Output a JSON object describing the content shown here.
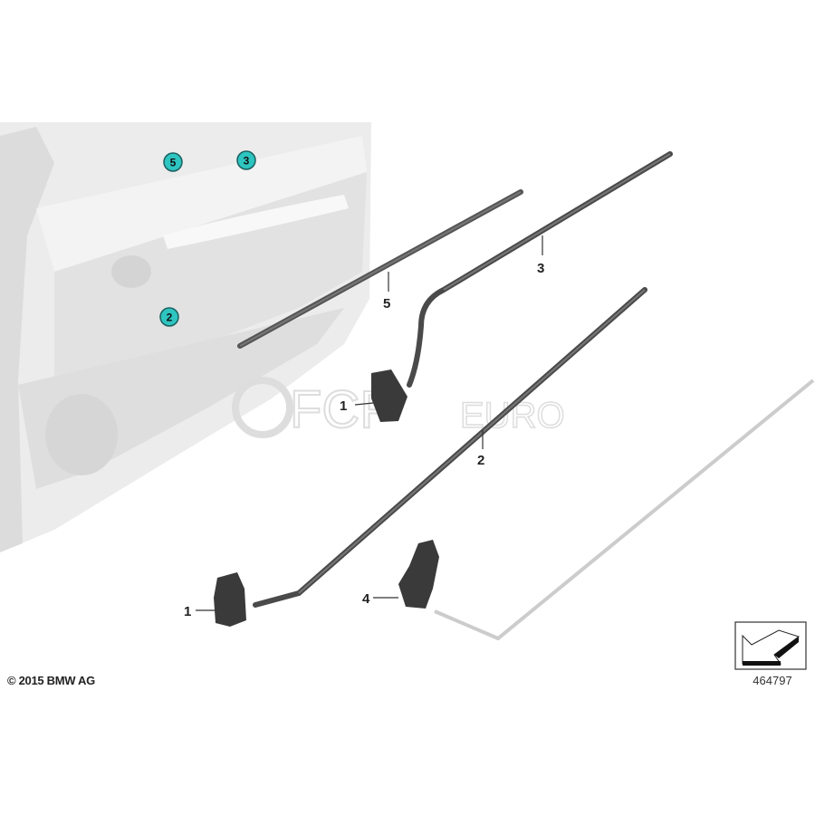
{
  "door_callouts": [
    "5",
    "3",
    "2"
  ],
  "part_labels": {
    "clip_upper": "1",
    "seal_5": "5",
    "seal_3": "3",
    "seal_2": "2",
    "clip_lower": "1",
    "holder_4": "4"
  },
  "watermark": {
    "brand_main": "FCP",
    "brand_sub": "EURO"
  },
  "copyright": "© 2015 BMW AG",
  "reference_number": "464797",
  "colors": {
    "callout_fill": "#2ec4c0",
    "seal": "#4a4a4a",
    "door": "#e6e6e6"
  }
}
